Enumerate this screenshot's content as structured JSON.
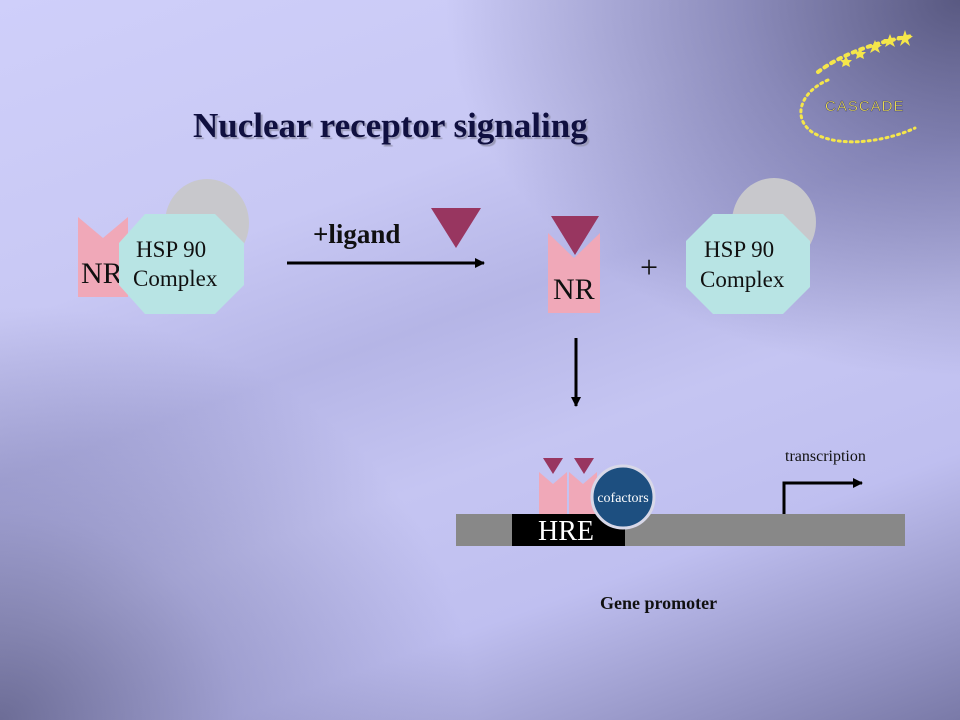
{
  "title": "Nuclear receptor signaling",
  "labels": {
    "nr": "NR",
    "hsp_line1": "HSP 90",
    "hsp_line2": "Complex",
    "ligand": "+ligand",
    "plus": "+",
    "hre": "HRE",
    "cofactors": "cofactors",
    "transcription": "transcription",
    "gene_promoter": "Gene promoter"
  },
  "logo": {
    "text": "CASCADE"
  },
  "colors": {
    "nr_pink": "#f0a8b8",
    "ligand": "#983660",
    "hsp_teal": "#b8e4e4",
    "hsp_gray": "#c8c8cc",
    "promoter_gray": "#888888",
    "hre_black": "#000000",
    "cofactors_blue": "#1d4f80",
    "star_yellow": "#f5e64a"
  }
}
